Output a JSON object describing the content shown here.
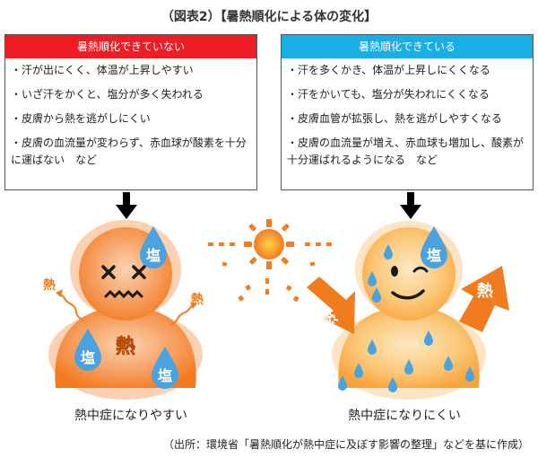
{
  "title": "（図表2）【暑熱順化による体の変化】",
  "left_panel": {
    "header": "暑熱順化できていない",
    "items": [
      "・汗が出にくく、体温が上昇しやすい",
      "・いざ汗をかくと、塩分が多く失われる",
      "・皮膚から熱を逃がしにくい",
      "・皮膚の血流量が変わらず、赤血球が酸素を十分に運ばない　など"
    ]
  },
  "right_panel": {
    "header": "暑熱順化できている",
    "items": [
      "・汗を多くかき、体温が上昇しにくくなる",
      "・汗をかいても、塩分が失われにくくなる",
      "・皮膚血管が拡張し、熱を逃がしやすくなる",
      "・皮膚の血流量が増え、赤血球も増加し、酸素が十分運ばれるようになる　など"
    ]
  },
  "left_figure": {
    "salt_label": "塩",
    "heat_label": "熱",
    "caption": "熱中症になりやすい",
    "body_color": "#f47b20"
  },
  "right_figure": {
    "salt_label": "塩",
    "heat_label": "熱",
    "caption": "熱中症になりにくい",
    "body_color": "#f9a43a"
  },
  "source": "（出所：環境省「暑熱順化が熱中症に及ぼす影響の整理」などを基に作成）",
  "colors": {
    "red": "#ee1c25",
    "blue": "#19aee6",
    "sun": "#f47b20",
    "drop": "#4aa3df",
    "arrow": "#f07c1e"
  },
  "icons": [
    "down-arrow-icon",
    "sun-icon",
    "water-drop-icon",
    "heat-arrow-icon",
    "dizzy-face-icon",
    "wink-face-icon"
  ]
}
